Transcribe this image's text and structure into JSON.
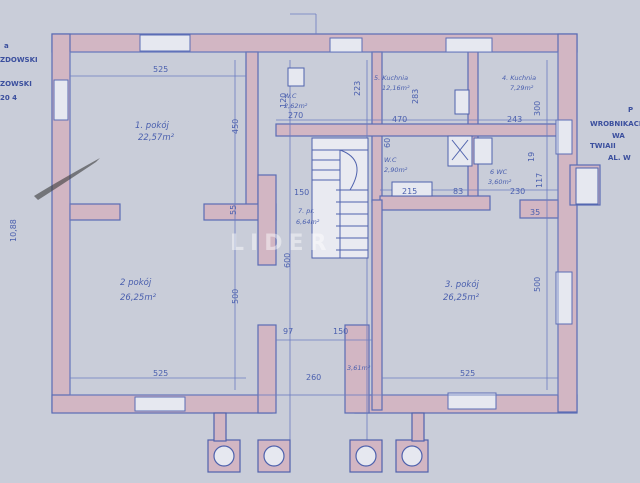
{
  "rooms": {
    "r1": {
      "name": "1. pokój",
      "area": "22,57m²"
    },
    "r2": {
      "name": "2 pokój",
      "area": "26,25m²"
    },
    "r3": {
      "name": "3. pokój",
      "area": "26,25m²"
    },
    "r4": {
      "name": "4. Kuchnia",
      "area": "7,29m²"
    },
    "r5": {
      "name": "5. Kuchnia",
      "area": "12,16m²"
    },
    "r6": {
      "name": "6 WC",
      "area": "3,60m²"
    },
    "r7": {
      "name": "7. pr.",
      "area": "6,64m²"
    },
    "wc1": {
      "name": "W.C",
      "area": "2,90m²"
    },
    "wc_top": {
      "name": "W.C",
      "area": "2,62m²"
    },
    "vest": {
      "area": "3,61m²"
    }
  },
  "dims": {
    "top_left": "525",
    "top_mid": "223",
    "top_right_a": "470",
    "top_right_b": "243",
    "d283": "283",
    "d300": "300",
    "d450": "450",
    "d55": "55",
    "d150a": "150",
    "d600": "600",
    "d500_left": "500",
    "d500_right": "500",
    "d97": "97",
    "d150b": "150",
    "d260": "260",
    "bottom_left": "525",
    "bottom_right": "525",
    "d215": "215",
    "d230": "230",
    "d35": "35",
    "d60": "60",
    "d19": "19",
    "d117": "117",
    "d83": "83",
    "d120": "120",
    "d270": "270",
    "d1088": "10,88"
  },
  "side_texts": {
    "left1": "a",
    "left2": "ZDOWSKI",
    "left3": "ZOWSKI",
    "left4": "20 4",
    "right1": "P",
    "right2": "WROBNIKACH",
    "right3": "WA",
    "right4": "TWIAII",
    "right5": "AL. W"
  },
  "watermark": "LIDER"
}
